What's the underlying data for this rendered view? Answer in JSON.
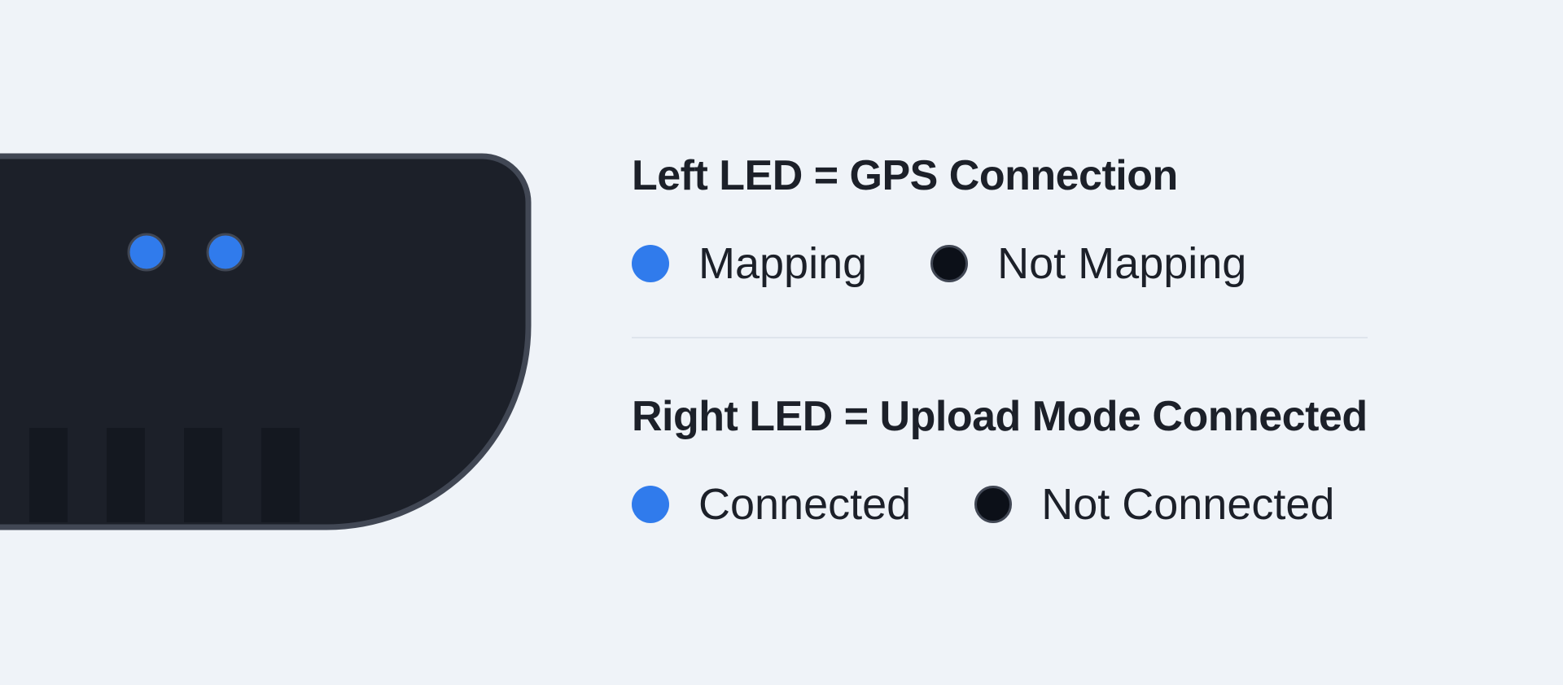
{
  "device": {
    "body_color": "#1c2029",
    "border_color": "#414754",
    "led_left": {
      "state": "on",
      "color": "#307bec"
    },
    "led_right": {
      "state": "on",
      "color": "#307bec"
    },
    "port_color": "#141820"
  },
  "legend": {
    "sections": [
      {
        "title": "Left LED = GPS Connection",
        "states": [
          {
            "label": "Mapping",
            "indicator": "led-on",
            "color": "#307bec"
          },
          {
            "label": "Not Mapping",
            "indicator": "led-off",
            "color": "#0c1018"
          }
        ]
      },
      {
        "title": "Right LED = Upload Mode Connected",
        "states": [
          {
            "label": "Connected",
            "indicator": "led-on",
            "color": "#307bec"
          },
          {
            "label": "Not Connected",
            "indicator": "led-off",
            "color": "#0c1018"
          }
        ]
      }
    ]
  }
}
